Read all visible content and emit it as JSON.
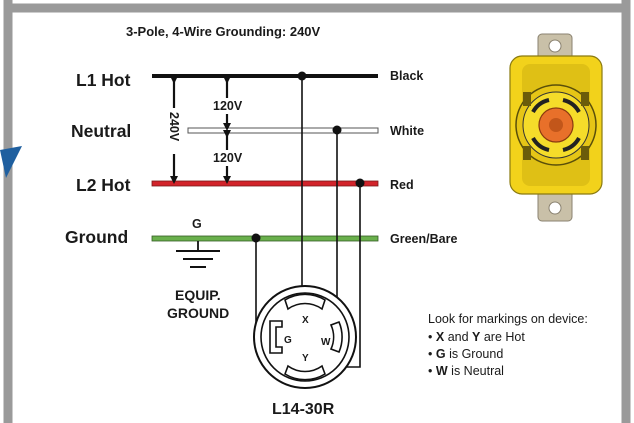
{
  "title": "3-Pole, 4-Wire Grounding: 240V",
  "lines": {
    "l1_label": "L1 Hot",
    "neutral_label": "Neutral",
    "l2_label": "L2 Hot",
    "ground_label": "Ground"
  },
  "wires": {
    "black": "Black",
    "white": "White",
    "red": "Red",
    "green": "Green/Bare"
  },
  "voltages": {
    "total": "240V",
    "upper": "120V",
    "lower": "120V"
  },
  "ground_symbol": {
    "letter": "G",
    "equip_line1": "EQUIP.",
    "equip_line2": "GROUND"
  },
  "receptacle": {
    "model": "L14-30R",
    "x": "X",
    "y": "Y",
    "g": "G",
    "w": "W"
  },
  "note": {
    "heading": "Look for markings on device:",
    "items": [
      {
        "bold": "X",
        "mid": " and ",
        "bold2": "Y",
        "rest": " are Hot"
      },
      {
        "bold": "G",
        "rest": " is Ground"
      },
      {
        "bold": "W",
        "rest": " is Neutral"
      }
    ],
    "bullet": "•"
  },
  "colors": {
    "frame": "#9a9a9a",
    "arrow": "#1f5f9f",
    "black_wire": "#111111",
    "red_wire": "#d2232a",
    "green_wire": "#6ab04c",
    "device_yellow": "#f2d21b",
    "device_orange": "#e8702a"
  }
}
